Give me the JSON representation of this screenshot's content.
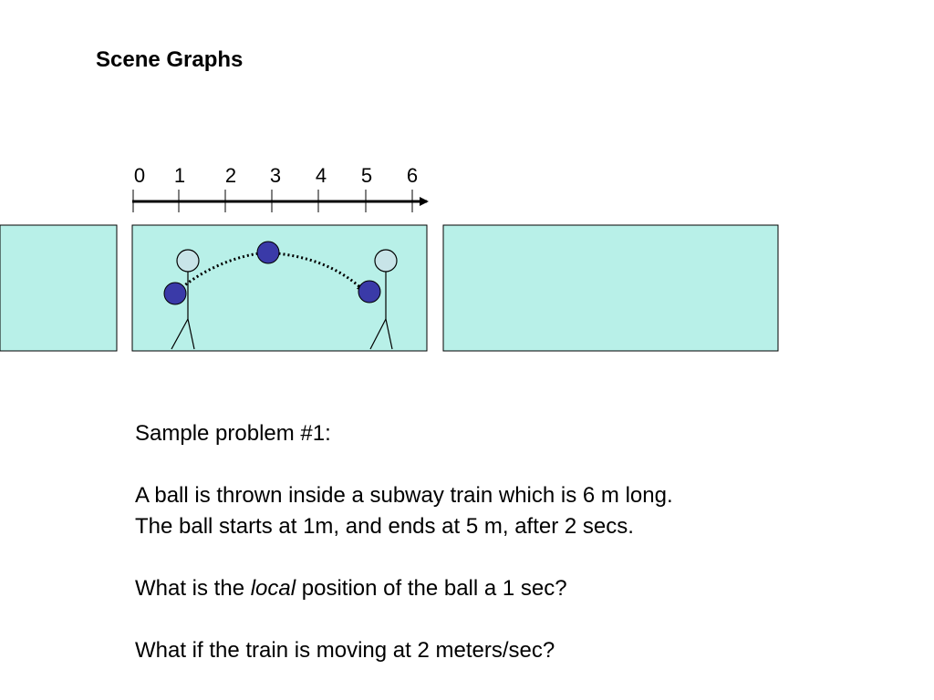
{
  "slide": {
    "title": "Scene Graphs"
  },
  "diagram": {
    "ruler": {
      "ticks": [
        "0",
        "1",
        "2",
        "3",
        "4",
        "5",
        "6"
      ]
    },
    "colors": {
      "car_fill": "#b8f0e8",
      "ball_fill": "#3a3aa8",
      "head_fill": "#c8e4e8",
      "outline": "#000000"
    }
  },
  "problem": {
    "heading": "Sample problem #1:",
    "line1": "A ball is thrown inside a subway train which is 6 m long.",
    "line2": "The ball starts at 1m, and ends at 5 m, after 2 secs.",
    "q1_before": "What is the ",
    "q1_emph": "local",
    "q1_after": " position of the ball a 1 sec?",
    "q2": "What if the train is moving at 2 meters/sec?"
  }
}
